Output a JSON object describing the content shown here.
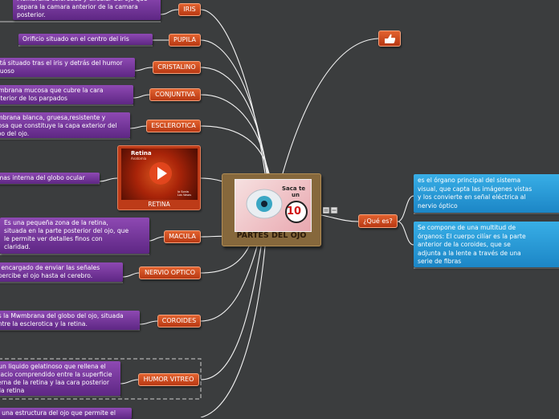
{
  "center": {
    "title": "PARTES DEL OJO",
    "image_text_1": "Saca te",
    "image_text_2": "un",
    "image_number": "10"
  },
  "left_branches": [
    {
      "id": "iris",
      "label": "IRIS",
      "text": "Membrana coloreada y circular del ojo que\nsepara la camara anterior de la camara\nposterior."
    },
    {
      "id": "pupila",
      "label": "PUPILA",
      "text": "Orificio situado en el centro del iris"
    },
    {
      "id": "cristalino",
      "label": "CRISTALINO",
      "text": "Está situado tras el iris y detrás del humor\nacuoso"
    },
    {
      "id": "conjuntiva",
      "label": "CONJUNTIVA",
      "text": "Membrana mucosa que cubre la cara\nposterior de los parpados"
    },
    {
      "id": "esclerotica",
      "label": "ESCLEROTICA",
      "text": "Membrana blanca, gruesa,resistente y\nfibrosa que constituye la capa exterior del\nglobo del ojo."
    },
    {
      "id": "retina",
      "label": "RETINA",
      "text": "Capa mas interna del globo ocular"
    },
    {
      "id": "macula",
      "label": "MACULA",
      "text": "Es una pequeña zona de la retina,\nsituada en la parte posterior del ojo, que\nle permite ver detalles finos con\nclaridad."
    },
    {
      "id": "nervio",
      "label": "NERVIO OPTICO",
      "text": "Es el encargado de enviar las señales\nque percibe el ojo hasta el cerebro."
    },
    {
      "id": "coroides",
      "label": "COROIDES",
      "text": "Es la Mwmbrana del globo del ojo, situada\nentre la esclerotica y la retina."
    },
    {
      "id": "humor",
      "label": "HUMOR VITREO",
      "text": "Es un liquido gelatinoso que rellena el\nespacio comprendido entre la superficie\ninterna de la retina y laa cara posterior\nde la retina"
    },
    {
      "id": "bottom",
      "label": "",
      "text": "Es una estructura del ojo que permite el"
    }
  ],
  "retina_video": {
    "title": "Retina",
    "subtitle": "Anatomía",
    "caption": "la Sonia\nLos Vasos"
  },
  "right": {
    "que_es_label": "¿Qué es?",
    "definitions": [
      "es el órgano principal del sistema\nvisual, que capta las imágenes vistas\ny los convierte en señal eléctrica al\nnervio óptico",
      "Se compone de una multitud de\nórganos: El cuerpo cilíar es la parte\nanterior de la coroides, que se\nadjunta a la lente a través de una\nserie de fibras"
    ],
    "thumb_icon": "thumbs-up-icon"
  },
  "colors": {
    "background": "#3b3d3e",
    "orange": "#c84a1f",
    "purple": "#6d3394",
    "blue": "#2594d4",
    "center": "#86683c"
  }
}
